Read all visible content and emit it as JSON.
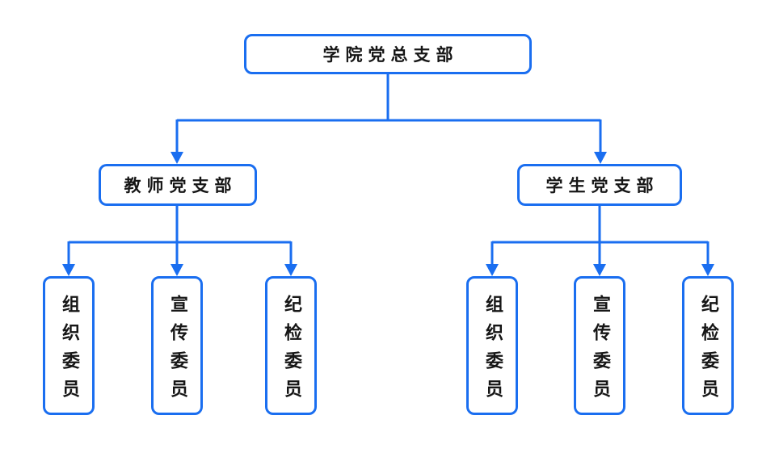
{
  "diagram": {
    "type": "org-chart",
    "root": {
      "label": "学院党总支部"
    },
    "branches": [
      {
        "label": "教师党支部",
        "children": [
          {
            "label": "组织委员"
          },
          {
            "label": "宣传委员"
          },
          {
            "label": "纪检委员"
          }
        ]
      },
      {
        "label": "学生党支部",
        "children": [
          {
            "label": "组织委员"
          },
          {
            "label": "宣传委员"
          },
          {
            "label": "纪检委员"
          }
        ]
      }
    ]
  },
  "colors": {
    "line": "#1a6ef0",
    "text": "#161616",
    "background": "#ffffff"
  }
}
